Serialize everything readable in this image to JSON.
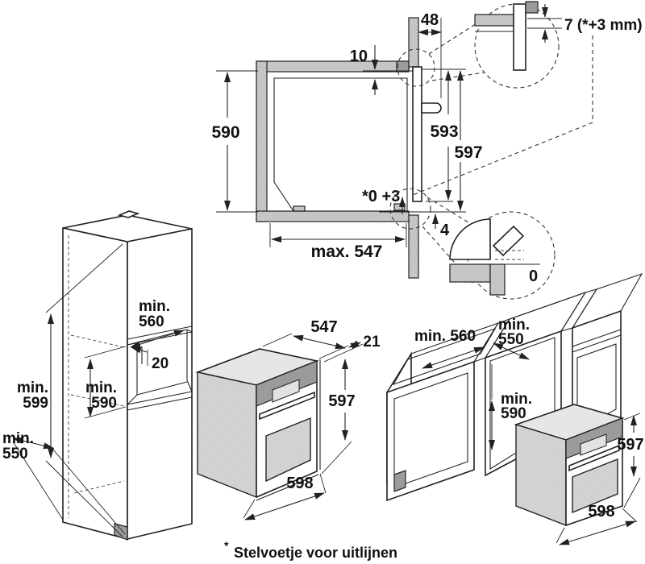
{
  "colors": {
    "line": "#222222",
    "panel_gray": "#9b9b9b",
    "face_light": "#e6e6e6"
  },
  "cross_section": {
    "gap_top": "10",
    "front_offset": "48",
    "niche_height": "590",
    "door_height": "593",
    "front_height": "597",
    "max_depth": "max. 547",
    "bottom_gap": "*0 +3",
    "bottom_clearance": "4",
    "detail_gap_top": "7 (*+3 mm)",
    "detail_gap_bottom": "0"
  },
  "tall_cabinet": {
    "niche_width_min": "min.",
    "niche_width": "560",
    "rear_gap": "20",
    "outer_height_min": "min.",
    "outer_height": "599",
    "niche_height_min": "min.",
    "niche_height": "590",
    "depth_min": "min.",
    "depth": "550"
  },
  "oven": {
    "depth": "547",
    "door_proud": "21",
    "height": "597",
    "width": "598"
  },
  "base_cabinets": {
    "opening1_width": "min. 560",
    "opening2_width_min": "min.",
    "opening2_width": "550",
    "niche_height_min": "min.",
    "niche_height": "590",
    "oven_height": "597",
    "oven_width": "598"
  },
  "footnote": {
    "marker": "*",
    "text": "Stelvoetje voor uitlijnen"
  }
}
